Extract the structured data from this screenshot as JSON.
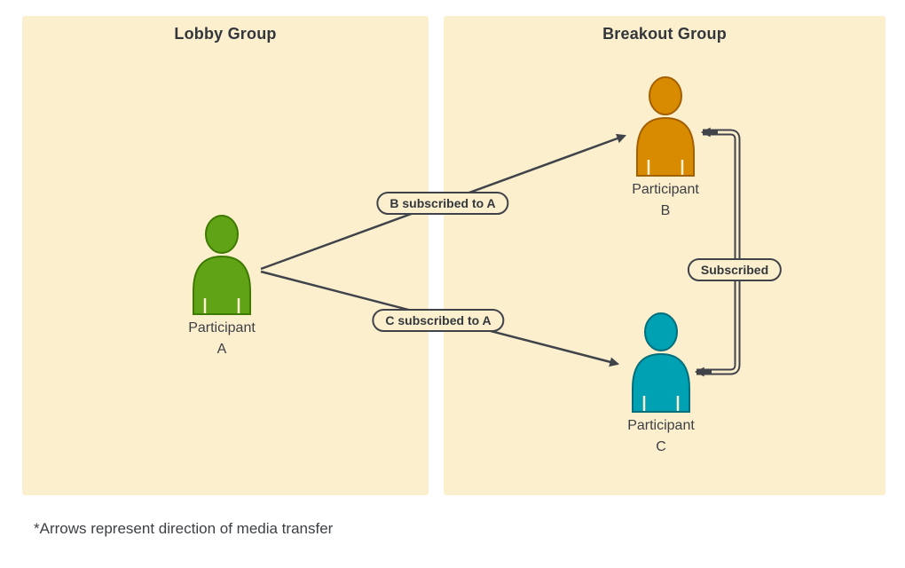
{
  "colors": {
    "panel_bg": "#FBEFCE",
    "label_bg": "#FBEFCE",
    "line": "#40434A",
    "title_text": "#33373C",
    "body_text": "#3C3F44"
  },
  "panels": {
    "lobby": {
      "title": "Lobby Group"
    },
    "breakout": {
      "title": "Breakout Group"
    }
  },
  "participants": {
    "a": {
      "name_line1": "Participant",
      "name_line2": "A",
      "fill": "#61A317",
      "stroke": "#3D7A00"
    },
    "b": {
      "name_line1": "Participant",
      "name_line2": "B",
      "fill": "#D98B00",
      "stroke": "#A35F00"
    },
    "c": {
      "name_line1": "Participant",
      "name_line2": "C",
      "fill": "#00A1B3",
      "stroke": "#006E7B"
    }
  },
  "edges": {
    "a_to_b": {
      "label": "B subscribed to A"
    },
    "a_to_c": {
      "label": "C subscribed to A"
    },
    "b_to_c": {
      "label": "Subscribed"
    }
  },
  "footnote": "*Arrows represent direction of media transfer"
}
